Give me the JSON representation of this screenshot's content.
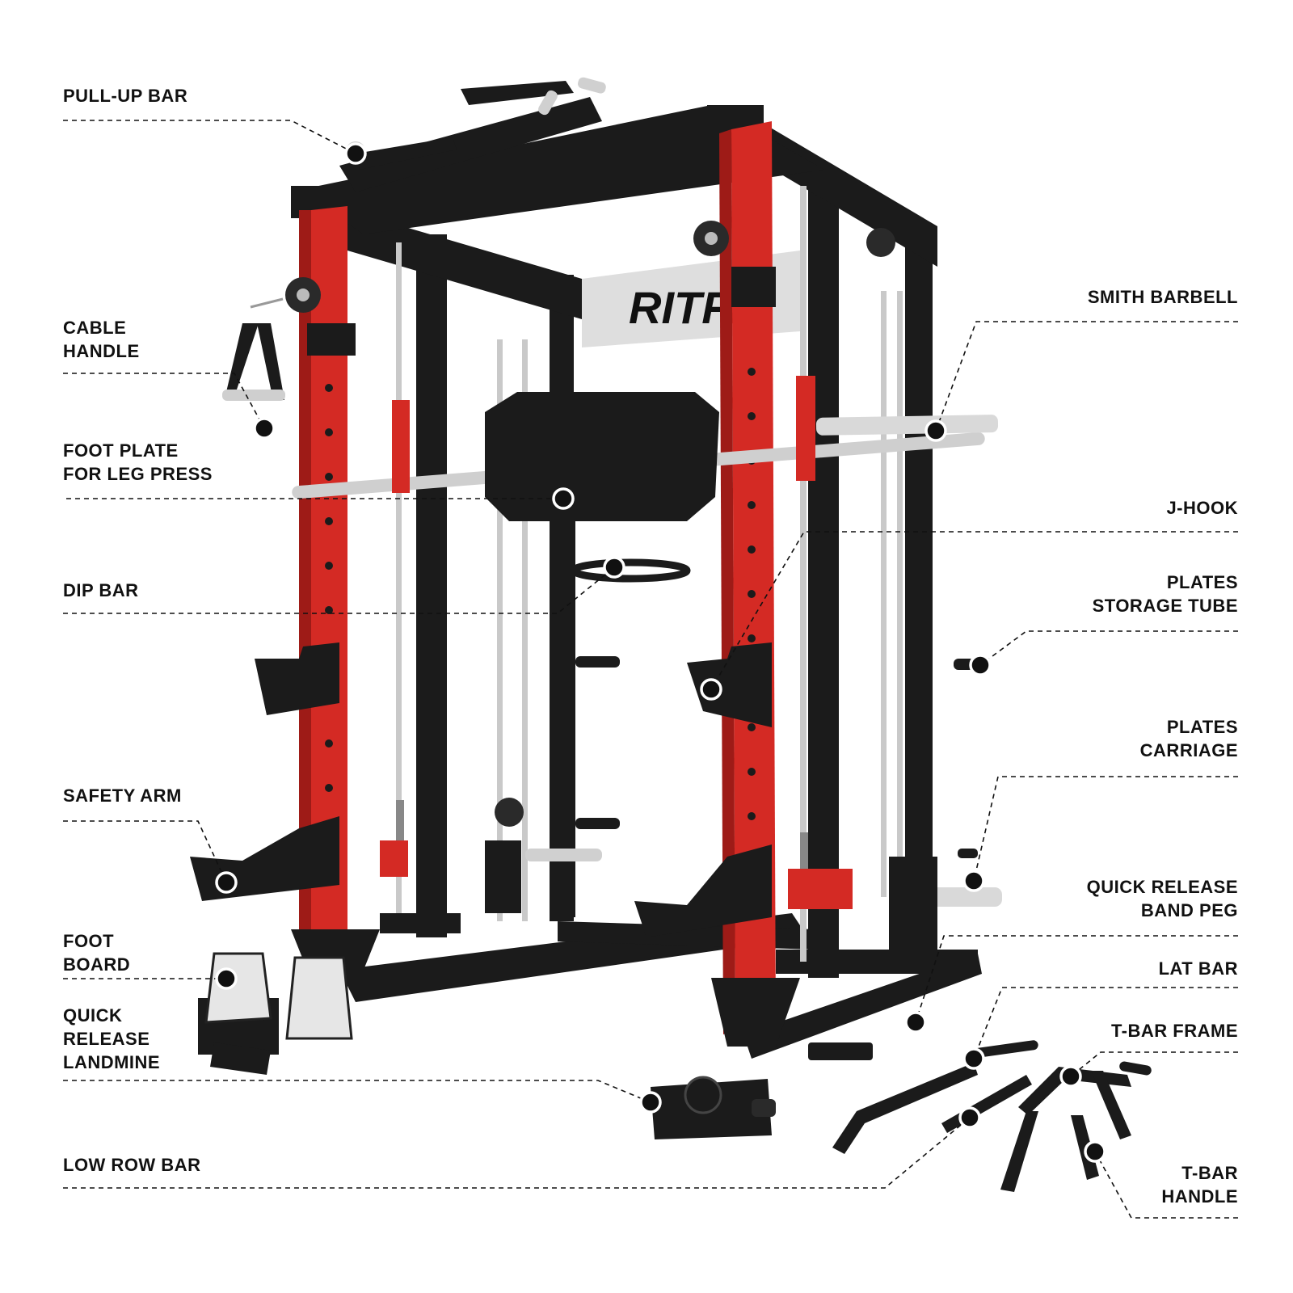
{
  "brand_text": "RITFIT",
  "colors": {
    "accent_red": "#d42a24",
    "frame_black": "#1b1b1b",
    "steel": "#c9c9c9",
    "plate_silver": "#dcdcdc"
  },
  "labels": {
    "pull_up_bar": [
      "PULL-UP BAR"
    ],
    "cable_handle": [
      "CABLE",
      "HANDLE"
    ],
    "foot_plate": [
      "FOOT PLATE",
      "FOR LEG PRESS"
    ],
    "dip_bar": [
      "DIP BAR"
    ],
    "safety_arm": [
      "SAFETY ARM"
    ],
    "foot_board": [
      "FOOT",
      "BOARD"
    ],
    "landmine": [
      "QUICK",
      "RELEASE",
      "LANDMINE"
    ],
    "low_row_bar": [
      "LOW ROW BAR"
    ],
    "smith_barbell": [
      "SMITH BARBELL"
    ],
    "j_hook": [
      "J-HOOK"
    ],
    "plates_storage_tube": [
      "PLATES",
      "STORAGE TUBE"
    ],
    "plates_carriage": [
      "PLATES",
      "CARRIAGE"
    ],
    "band_peg": [
      "QUICK RELEASE",
      "BAND PEG"
    ],
    "lat_bar": [
      "LAT BAR"
    ],
    "t_bar_frame": [
      "T-BAR FRAME"
    ],
    "t_bar_handle": [
      "T-BAR",
      "HANDLE"
    ]
  }
}
